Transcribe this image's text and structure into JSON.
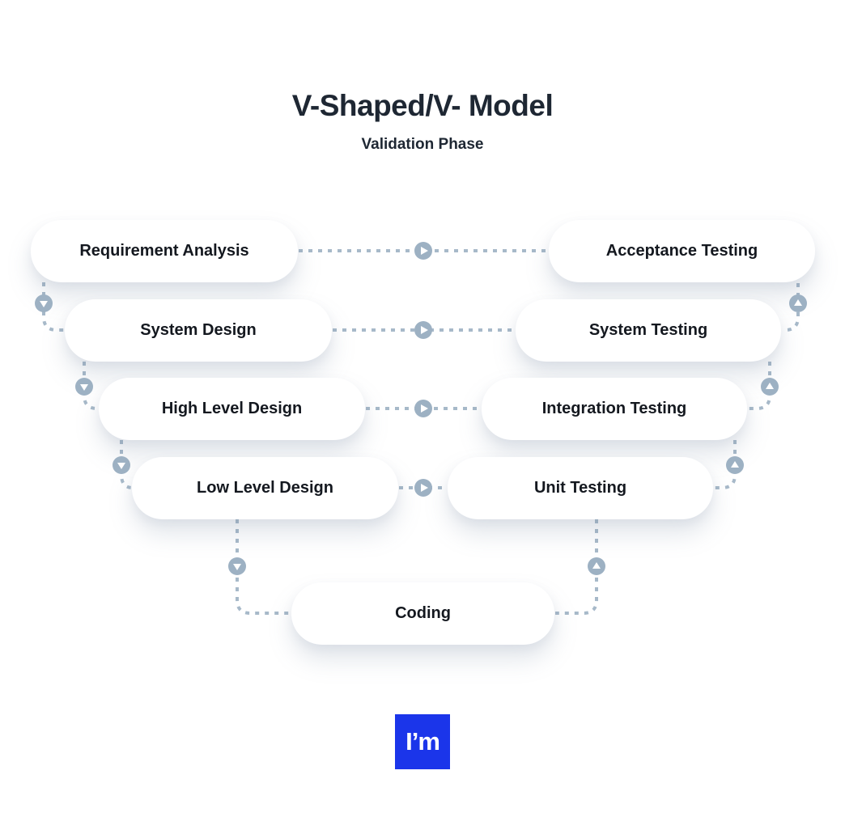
{
  "title": "V-Shaped/V- Model",
  "subtitle": "Validation Phase",
  "stages": {
    "left": [
      {
        "label": "Requirement Analysis"
      },
      {
        "label": "System Design"
      },
      {
        "label": "High Level Design"
      },
      {
        "label": "Low Level Design"
      }
    ],
    "right": [
      {
        "label": "Acceptance Testing"
      },
      {
        "label": "System Testing"
      },
      {
        "label": "Integration Testing"
      },
      {
        "label": "Unit Testing"
      }
    ],
    "bottom": {
      "label": "Coding"
    }
  },
  "icons": {
    "horizontal_connector": "play-icon",
    "left_connector": "arrow-down-icon",
    "right_connector": "arrow-up-icon"
  },
  "colors": {
    "connector": "#a7b9c9",
    "node": "#9db1c3",
    "heading": "#1e2733",
    "boxtext": "#14181f",
    "logo": "#1b35ea",
    "bg": "#ffffff"
  },
  "logo": {
    "text": "I’m"
  }
}
